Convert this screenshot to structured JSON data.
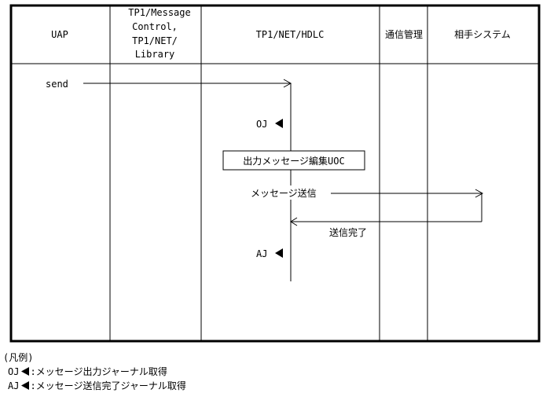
{
  "headers": {
    "uap": "UAP",
    "msgctl_1": "TP1/Message",
    "msgctl_2": "Control,",
    "msgctl_3": "TP1/NET/",
    "msgctl_4": "Library",
    "hdlc": "TP1/NET/HDLC",
    "comm": "通信管理",
    "partner": "相手システム"
  },
  "flow": {
    "send": "send",
    "oj": "OJ",
    "uoc_box": "出力メッセージ編集UOC",
    "msg_send": "メッセージ送信",
    "send_done": "送信完了",
    "aj": "AJ"
  },
  "legend": {
    "title": "(凡例)",
    "oj_code": "OJ",
    "oj_text": ":メッセージ出力ジャーナル取得",
    "aj_code": "AJ",
    "aj_text": ":メッセージ送信完了ジャーナル取得"
  },
  "colors": {
    "line": "#000000",
    "background": "#ffffff"
  },
  "icons": {
    "journal_marker": "left-pointing-triangle-icon",
    "arrowhead": "open-arrowhead-icon"
  }
}
